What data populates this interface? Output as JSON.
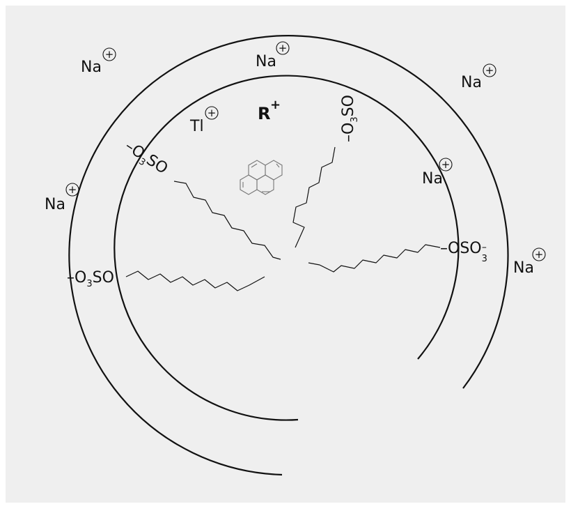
{
  "diagram": {
    "background_color": "#efefef",
    "line_color": "#111111",
    "counter_ions": [
      {
        "symbol": "Na",
        "charge": "+"
      },
      {
        "symbol": "Na",
        "charge": "+"
      },
      {
        "symbol": "Na",
        "charge": "+"
      },
      {
        "symbol": "Na",
        "charge": "+"
      },
      {
        "symbol": "Na",
        "charge": "+"
      },
      {
        "symbol": "Na",
        "charge": "+"
      }
    ],
    "thallium_ion": {
      "symbol": "Tl",
      "charge": "+"
    },
    "radical_cation": {
      "symbol": "R",
      "charge": "+"
    },
    "probe": "pyrene",
    "surfactant_groups": [
      {
        "parts": [
          "–O",
          "3",
          "SO"
        ]
      },
      {
        "parts": [
          "–O",
          "3",
          "SO"
        ]
      },
      {
        "parts": [
          "–O",
          "3",
          "SO"
        ]
      },
      {
        "parts": [
          "–OSO",
          "3",
          "–"
        ]
      }
    ]
  }
}
